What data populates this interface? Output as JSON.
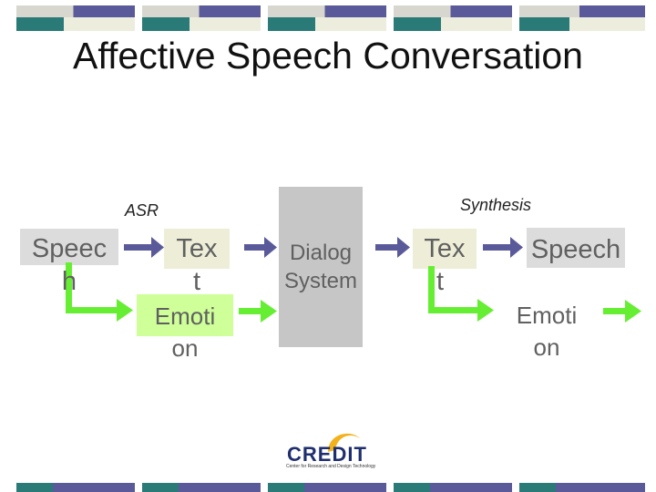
{
  "title": "Affective Speech Conversation",
  "labels": {
    "asr": "ASR",
    "synthesis": "Synthesis"
  },
  "nodes": {
    "speech_in": [
      "Speec",
      "h"
    ],
    "text_mid": [
      "Tex",
      "t"
    ],
    "emotion_mid": [
      "Emoti",
      "on"
    ],
    "dialog": [
      "Dialog",
      "System"
    ],
    "text_right": [
      "Tex",
      "t"
    ],
    "speech_out": "Speech",
    "emotion_out": [
      "Emoti",
      "on"
    ]
  },
  "logo": {
    "name": "CREDIT",
    "subtitle": "Center for Research and Design Technology"
  },
  "colors": {
    "gray_box": "#dcdcdc",
    "dialog_box": "#c6c6c6",
    "green_box": "#cfff99",
    "green_arrow": "#66ee33",
    "text_box": "#eeeed8",
    "banner_blue": "#5a5a9a",
    "banner_teal": "#2a7a78",
    "banner_cream": "#ededde",
    "banner_light": "#d7d7cf"
  }
}
